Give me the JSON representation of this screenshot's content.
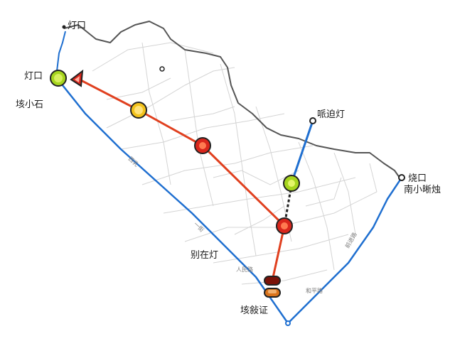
{
  "labels": {
    "top_left": "灯口",
    "left_station": "灯口",
    "left_sub": "垓小石",
    "right_top": "哌迫灯",
    "right_end": "烧口",
    "right_end_sub": "南小晰烛",
    "middle_bottom": "别在灯",
    "bottom": "垓敍证",
    "road_a": "西乳",
    "road_b": "一街",
    "road_c": "人民路",
    "road_d": "和平路",
    "road_e": "前进路"
  },
  "colors": {
    "red_line": "#e0401f",
    "blue_line": "#1f6fd0",
    "boundary": "#555555",
    "street": "#d4d4d4",
    "yellow_node": "#f2c21b",
    "green_node": "#a6d51e",
    "red_node": "#d9261c"
  },
  "icons": {
    "start": "triangle-marker-icon",
    "end": "pill-marker-icon"
  }
}
